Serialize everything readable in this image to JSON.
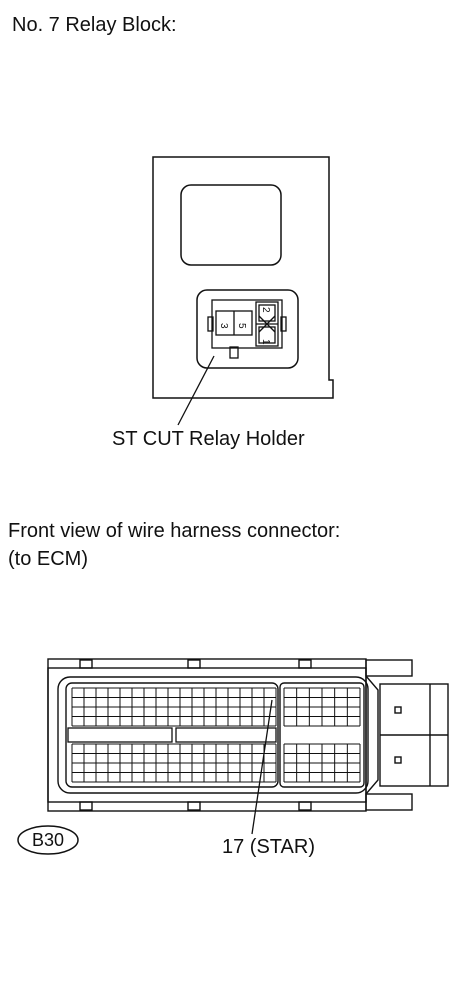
{
  "relay_block": {
    "title": "No. 7 Relay Block:",
    "holder_label": "ST CUT Relay Holder",
    "pins": [
      "3",
      "5",
      "2",
      "1"
    ]
  },
  "connector": {
    "title": "Front view of wire harness connector:",
    "subtitle": "(to ECM)",
    "code": "B30",
    "pin_label": "17 (STAR)"
  }
}
